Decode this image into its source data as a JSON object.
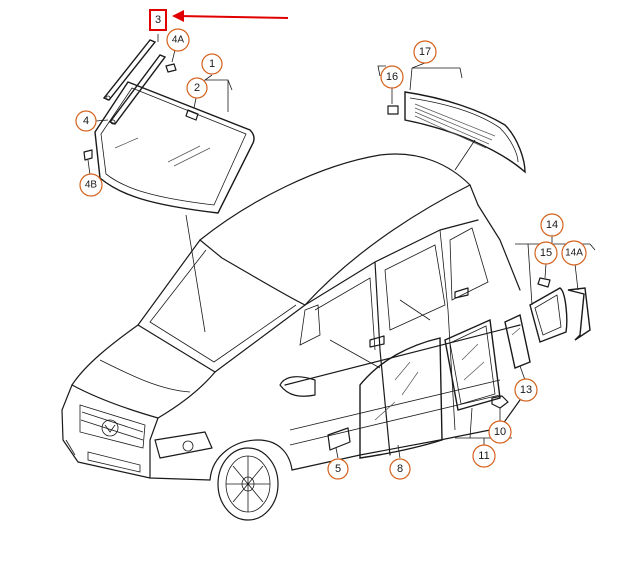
{
  "callouts": {
    "c3": "3",
    "c4A": "4A",
    "c1": "1",
    "c2": "2",
    "c4": "4",
    "c4B": "4B",
    "c16": "16",
    "c17": "17",
    "c14": "14",
    "c15": "15",
    "c14A": "14A",
    "c13": "13",
    "c10": "10",
    "c11": "11",
    "c8": "8",
    "c5": "5"
  },
  "colors": {
    "callout_border": "#d4621c",
    "highlight": "#e00000",
    "line": "#1a1a1a"
  },
  "icons": {
    "highlight_arrow": "red-arrow-icon"
  }
}
